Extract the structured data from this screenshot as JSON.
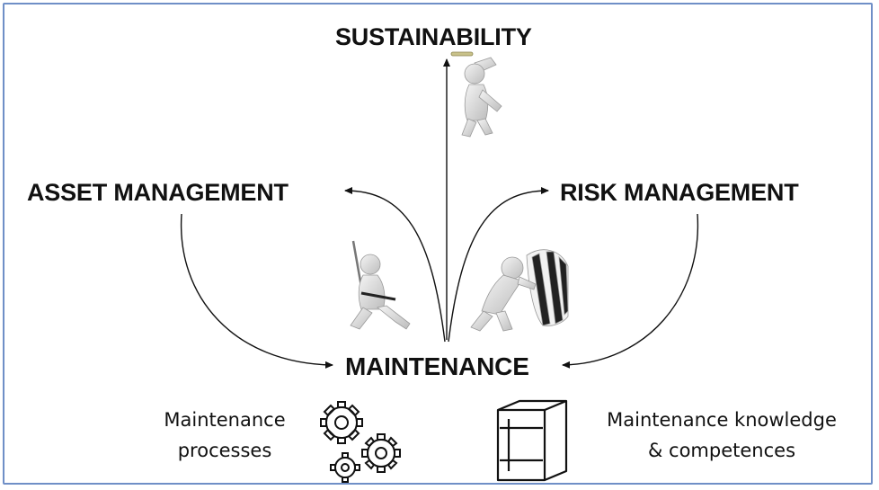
{
  "nodes": {
    "sustainability": "SUSTAINABILITY",
    "asset_management": "ASSET MANAGEMENT",
    "risk_management": "RISK MANAGEMENT",
    "maintenance": "MAINTENANCE"
  },
  "bottom": {
    "processes_line1": "Maintenance",
    "processes_line2": "processes",
    "knowledge_line1": "Maintenance knowledge",
    "knowledge_line2": "& competences"
  },
  "colors": {
    "frame": "#6f8fc7",
    "text": "#111111",
    "arrow": "#111111"
  },
  "icons": [
    "figure-pointing-up-icon",
    "figure-with-sword-icon",
    "figure-pushing-shield-icon",
    "gears-icon",
    "book-icon"
  ]
}
